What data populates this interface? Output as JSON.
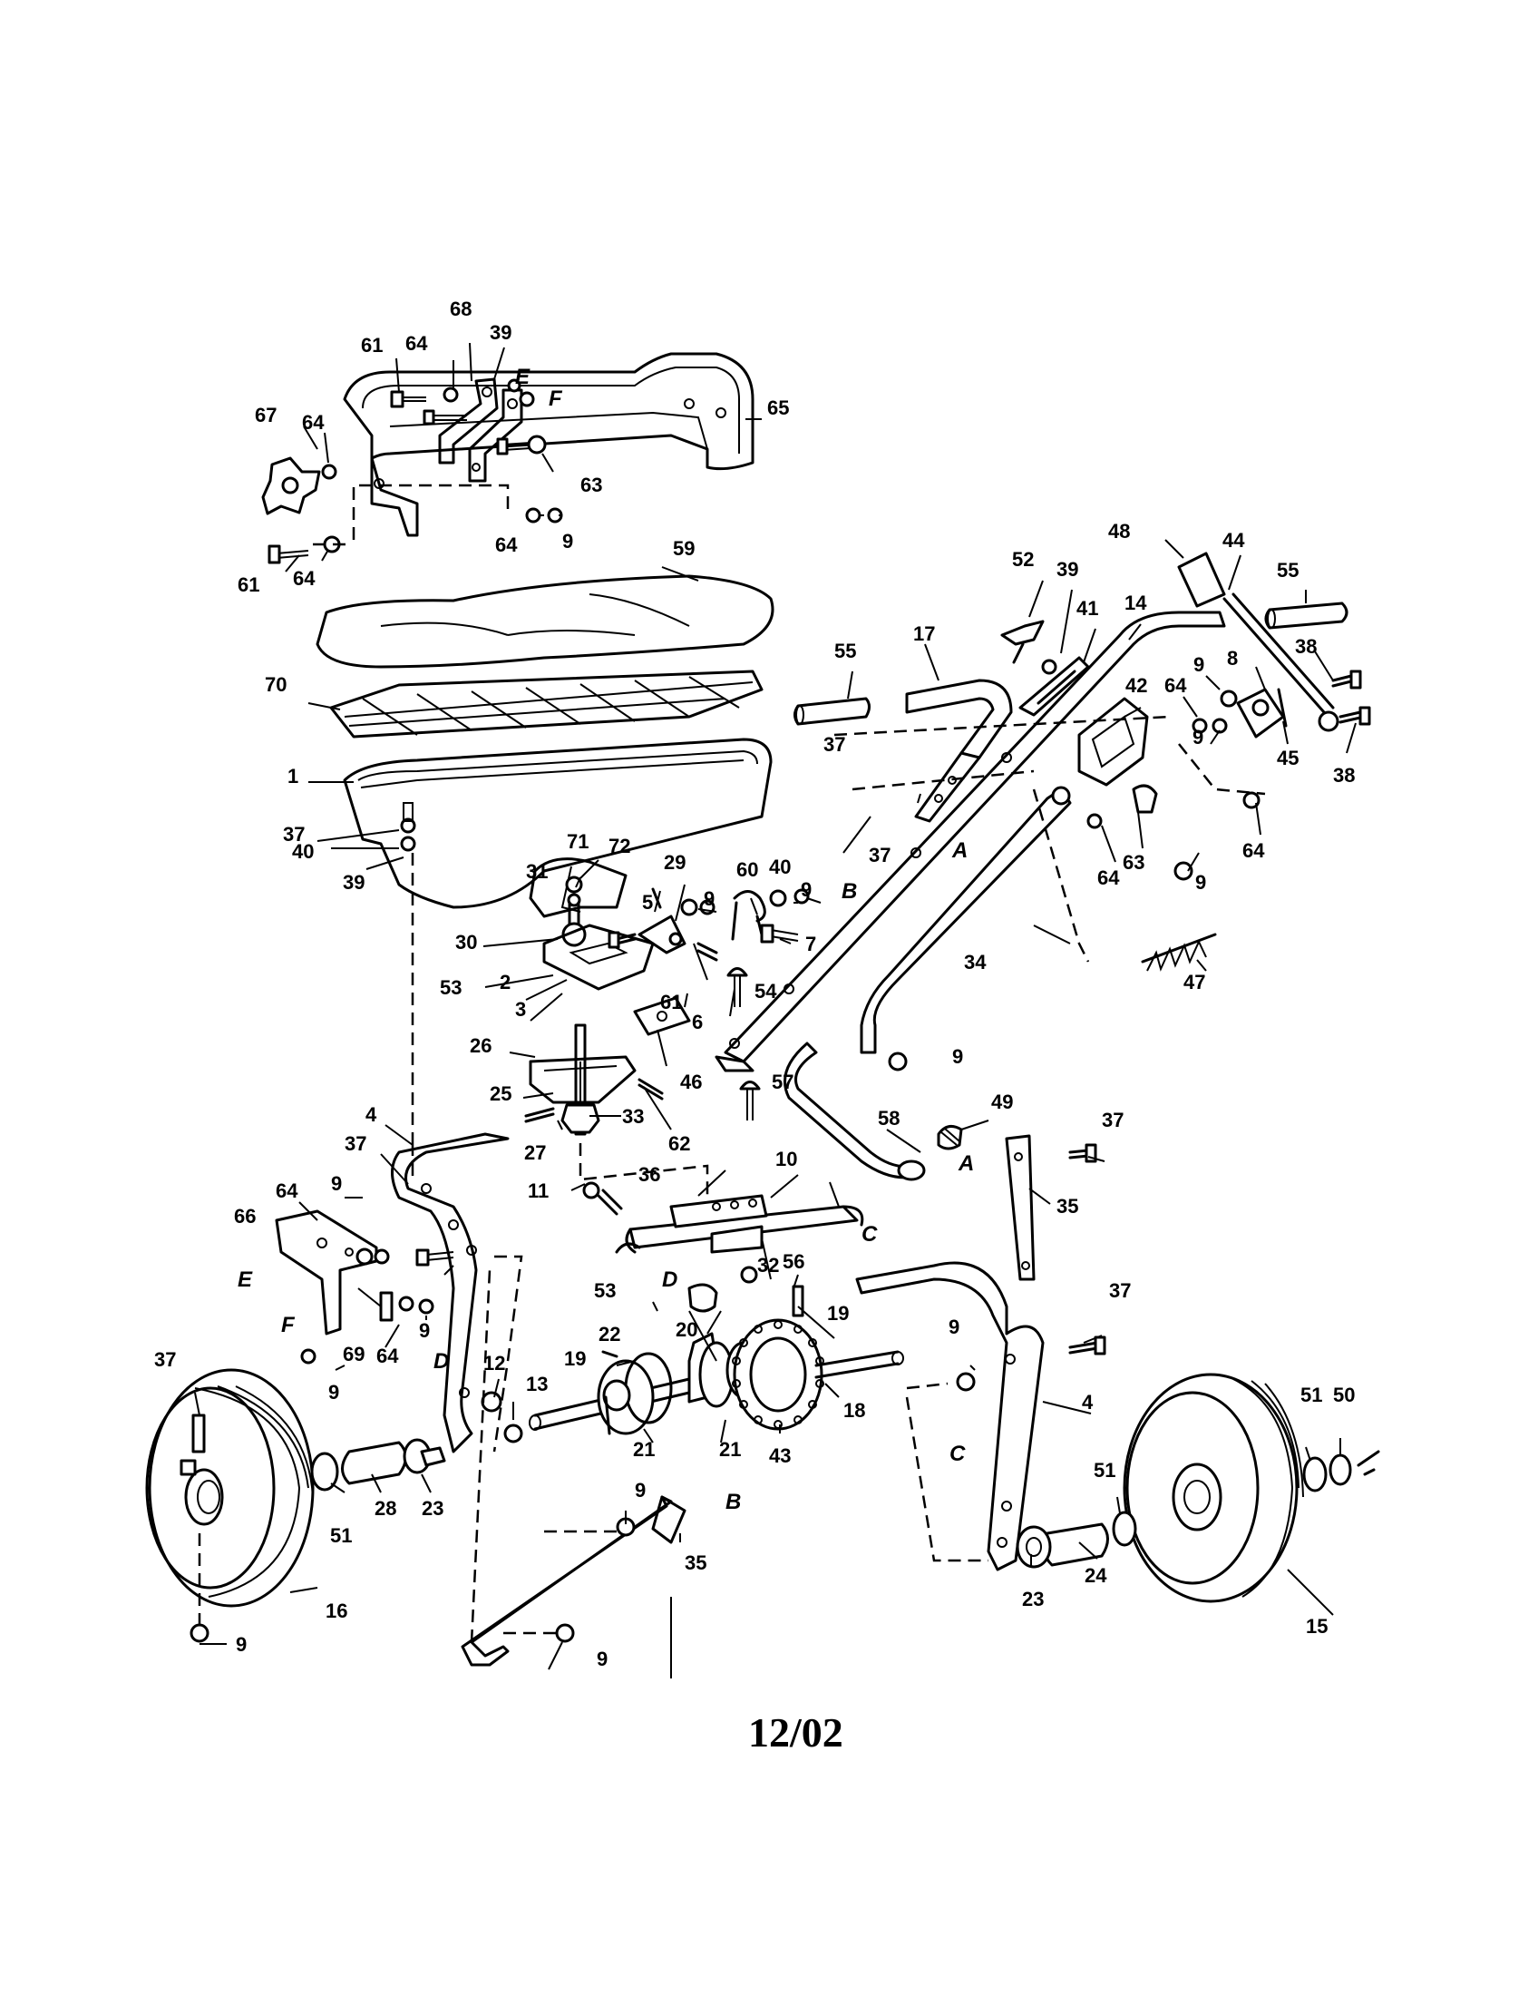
{
  "footer_code": "12/02",
  "callouts": [
    {
      "id": "c-68",
      "text": "68"
    },
    {
      "id": "c-39a",
      "text": "39"
    },
    {
      "id": "c-61a",
      "text": "61"
    },
    {
      "id": "c-64a",
      "text": "64"
    },
    {
      "id": "c-65",
      "text": "65"
    },
    {
      "id": "c-67",
      "text": "67"
    },
    {
      "id": "c-64b",
      "text": "64"
    },
    {
      "id": "c-63a",
      "text": "63"
    },
    {
      "id": "c-64c",
      "text": "64"
    },
    {
      "id": "c-9a",
      "text": "9"
    },
    {
      "id": "c-61b",
      "text": "61"
    },
    {
      "id": "c-64d",
      "text": "64"
    },
    {
      "id": "c-59",
      "text": "59"
    },
    {
      "id": "c-70",
      "text": "70"
    },
    {
      "id": "c-1",
      "text": "1"
    },
    {
      "id": "c-37a",
      "text": "37"
    },
    {
      "id": "c-40a",
      "text": "40"
    },
    {
      "id": "c-39b",
      "text": "39"
    },
    {
      "id": "c-71",
      "text": "71"
    },
    {
      "id": "c-72",
      "text": "72"
    },
    {
      "id": "c-29",
      "text": "29"
    },
    {
      "id": "c-31",
      "text": "31"
    },
    {
      "id": "c-5",
      "text": "5"
    },
    {
      "id": "c-9b",
      "text": "9"
    },
    {
      "id": "c-60",
      "text": "60"
    },
    {
      "id": "c-40b",
      "text": "40"
    },
    {
      "id": "c-9c",
      "text": "9"
    },
    {
      "id": "c-30",
      "text": "30"
    },
    {
      "id": "c-7",
      "text": "7"
    },
    {
      "id": "c-53a",
      "text": "53"
    },
    {
      "id": "c-2",
      "text": "2"
    },
    {
      "id": "c-3",
      "text": "3"
    },
    {
      "id": "c-61c",
      "text": "61"
    },
    {
      "id": "c-6",
      "text": "6"
    },
    {
      "id": "c-54",
      "text": "54"
    },
    {
      "id": "c-26",
      "text": "26"
    },
    {
      "id": "c-46",
      "text": "46"
    },
    {
      "id": "c-25",
      "text": "25"
    },
    {
      "id": "c-57",
      "text": "57"
    },
    {
      "id": "c-33",
      "text": "33"
    },
    {
      "id": "c-62",
      "text": "62"
    },
    {
      "id": "c-27",
      "text": "27"
    },
    {
      "id": "c-4a",
      "text": "4"
    },
    {
      "id": "c-37b",
      "text": "37"
    },
    {
      "id": "c-9d",
      "text": "9"
    },
    {
      "id": "c-64e",
      "text": "64"
    },
    {
      "id": "c-66",
      "text": "66"
    },
    {
      "id": "c-69",
      "text": "69"
    },
    {
      "id": "c-64f",
      "text": "64"
    },
    {
      "id": "c-9e",
      "text": "9"
    },
    {
      "id": "c-9f",
      "text": "9"
    },
    {
      "id": "c-37c",
      "text": "37"
    },
    {
      "id": "c-12",
      "text": "12"
    },
    {
      "id": "c-13",
      "text": "13"
    },
    {
      "id": "c-51a",
      "text": "51"
    },
    {
      "id": "c-28",
      "text": "28"
    },
    {
      "id": "c-23a",
      "text": "23"
    },
    {
      "id": "c-16",
      "text": "16"
    },
    {
      "id": "c-9g",
      "text": "9"
    },
    {
      "id": "c-11",
      "text": "11"
    },
    {
      "id": "c-36",
      "text": "36"
    },
    {
      "id": "c-10",
      "text": "10"
    },
    {
      "id": "c-32",
      "text": "32"
    },
    {
      "id": "c-56",
      "text": "56"
    },
    {
      "id": "c-53b",
      "text": "53"
    },
    {
      "id": "c-19a",
      "text": "19"
    },
    {
      "id": "c-22",
      "text": "22"
    },
    {
      "id": "c-20",
      "text": "20"
    },
    {
      "id": "c-19b",
      "text": "19"
    },
    {
      "id": "c-21a",
      "text": "21"
    },
    {
      "id": "c-21b",
      "text": "21"
    },
    {
      "id": "c-43",
      "text": "43"
    },
    {
      "id": "c-18",
      "text": "18"
    },
    {
      "id": "c-9h",
      "text": "9"
    },
    {
      "id": "c-35a",
      "text": "35"
    },
    {
      "id": "c-9i",
      "text": "9"
    },
    {
      "id": "c-58",
      "text": "58"
    },
    {
      "id": "c-49",
      "text": "49"
    },
    {
      "id": "c-9j",
      "text": "9"
    },
    {
      "id": "c-37d",
      "text": "37"
    },
    {
      "id": "c-35b",
      "text": "35"
    },
    {
      "id": "c-37e",
      "text": "37"
    },
    {
      "id": "c-9k",
      "text": "9"
    },
    {
      "id": "c-4b",
      "text": "4"
    },
    {
      "id": "c-23b",
      "text": "23"
    },
    {
      "id": "c-24",
      "text": "24"
    },
    {
      "id": "c-51b",
      "text": "51"
    },
    {
      "id": "c-51c",
      "text": "51"
    },
    {
      "id": "c-50",
      "text": "50"
    },
    {
      "id": "c-15",
      "text": "15"
    },
    {
      "id": "c-55a",
      "text": "55"
    },
    {
      "id": "c-17",
      "text": "17"
    },
    {
      "id": "c-37f",
      "text": "37"
    },
    {
      "id": "c-37g",
      "text": "37"
    },
    {
      "id": "c-52",
      "text": "52"
    },
    {
      "id": "c-39c",
      "text": "39"
    },
    {
      "id": "c-41",
      "text": "41"
    },
    {
      "id": "c-14",
      "text": "14"
    },
    {
      "id": "c-48",
      "text": "48"
    },
    {
      "id": "c-44",
      "text": "44"
    },
    {
      "id": "c-55b",
      "text": "55"
    },
    {
      "id": "c-38a",
      "text": "38"
    },
    {
      "id": "c-9l",
      "text": "9"
    },
    {
      "id": "c-8",
      "text": "8"
    },
    {
      "id": "c-42",
      "text": "42"
    },
    {
      "id": "c-64g",
      "text": "64"
    },
    {
      "id": "c-9m",
      "text": "9"
    },
    {
      "id": "c-45",
      "text": "45"
    },
    {
      "id": "c-38b",
      "text": "38"
    },
    {
      "id": "c-63b",
      "text": "63"
    },
    {
      "id": "c-64h",
      "text": "64"
    },
    {
      "id": "c-64i",
      "text": "64"
    },
    {
      "id": "c-9n",
      "text": "9"
    },
    {
      "id": "c-34",
      "text": "34"
    },
    {
      "id": "c-47",
      "text": "47"
    }
  ],
  "letters": [
    {
      "id": "l-E1",
      "text": "E"
    },
    {
      "id": "l-F1",
      "text": "F"
    },
    {
      "id": "l-E2",
      "text": "E"
    },
    {
      "id": "l-F2",
      "text": "F"
    },
    {
      "id": "l-D1",
      "text": "D"
    },
    {
      "id": "l-D2",
      "text": "D"
    },
    {
      "id": "l-C1",
      "text": "C"
    },
    {
      "id": "l-C2",
      "text": "C"
    },
    {
      "id": "l-A1",
      "text": "A"
    },
    {
      "id": "l-A2",
      "text": "A"
    },
    {
      "id": "l-B1",
      "text": "B"
    },
    {
      "id": "l-B2",
      "text": "B"
    }
  ]
}
